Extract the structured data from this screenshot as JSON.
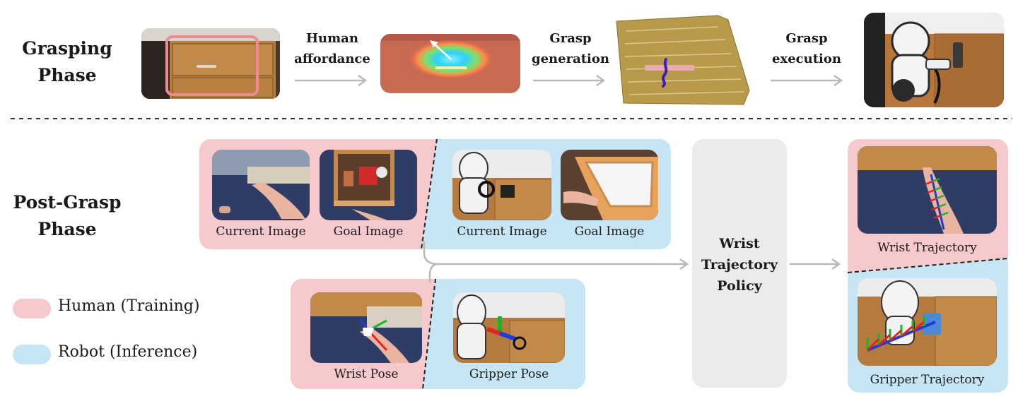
{
  "grasping_phase": {
    "title_line1": "Grasping",
    "title_line2": "Phase",
    "steps": [
      {
        "line1": "Human",
        "line2": "affordance"
      },
      {
        "line1": "Grasp",
        "line2": "generation"
      },
      {
        "line1": "Grasp",
        "line2": "execution"
      }
    ]
  },
  "post_grasp_phase": {
    "title_line1": "Post-Grasp",
    "title_line2": "Phase",
    "human_images": {
      "current": "Current Image",
      "goal": "Goal Image"
    },
    "robot_images": {
      "current": "Current Image",
      "goal": "Goal Image"
    },
    "wrist_pose": "Wrist Pose",
    "gripper_pose": "Gripper Pose",
    "policy": {
      "line1": "Wrist",
      "line2": "Trajectory",
      "line3": "Policy"
    },
    "wrist_trajectory": "Wrist Trajectory",
    "gripper_trajectory": "Gripper Trajectory"
  },
  "legend": {
    "human": "Human (Training)",
    "robot": "Robot (Inference)"
  },
  "colors": {
    "human_bg": "#f6c9cd",
    "robot_bg": "#c6e6f6",
    "policy_bg": "#ebebeb",
    "arrow": "#b9b9b9",
    "divider": "#333333"
  }
}
